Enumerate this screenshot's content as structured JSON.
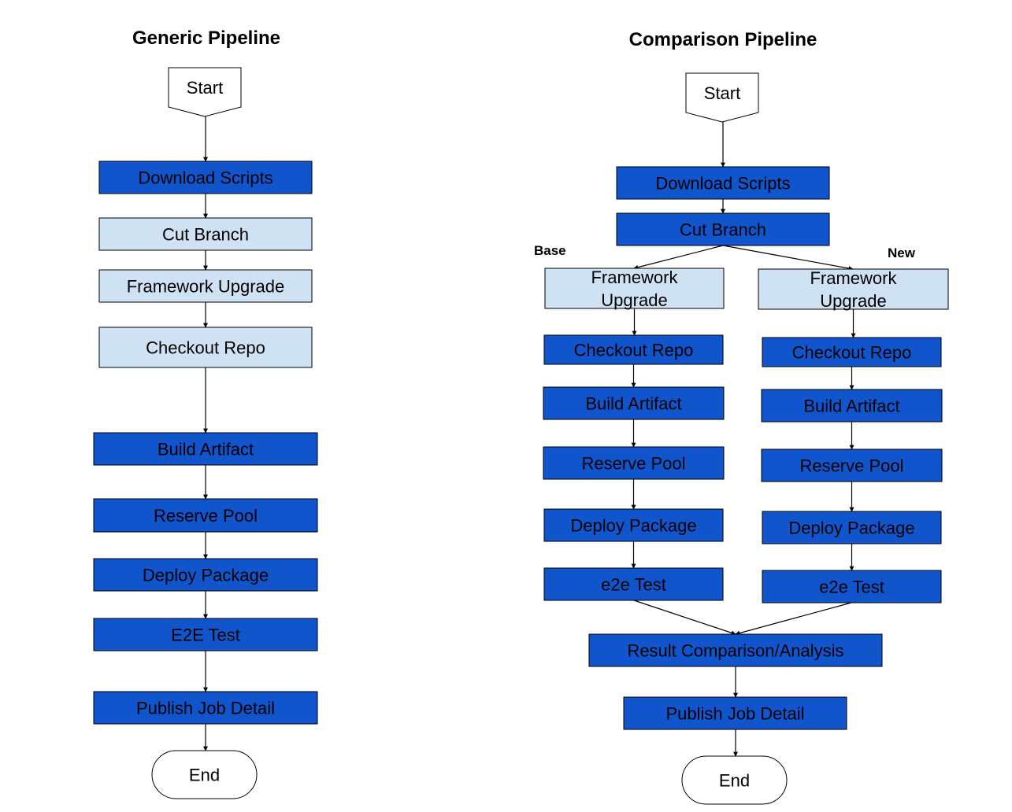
{
  "colors": {
    "dark_step": "#1155cc",
    "light_step": "#cfe2f3",
    "terminal": "#ffffff",
    "stroke": "#000000"
  },
  "generic": {
    "title": "Generic Pipeline",
    "start": "Start",
    "steps": [
      "Download Scripts",
      "Cut Branch",
      "Framework Upgrade",
      "Checkout Repo",
      "Build Artifact",
      "Reserve Pool",
      "Deploy Package",
      "E2E Test",
      "Publish Job Detail"
    ],
    "end": "End"
  },
  "comparison": {
    "title": "Comparison Pipeline",
    "start": "Start",
    "shared_steps": [
      "Download Scripts",
      "Cut Branch"
    ],
    "base_label": "Base",
    "new_label": "New",
    "base_steps": [
      "Framework\nUpgrade",
      "Checkout Repo",
      "Build Artifact",
      "Reserve Pool",
      "Deploy Package",
      "e2e Test"
    ],
    "new_steps": [
      "Framework\nUpgrade",
      "Checkout Repo",
      "Build Artifact",
      "Reserve Pool",
      "Deploy Package",
      "e2e Test"
    ],
    "merge_steps": [
      "Result Comparison/Analysis",
      "Publish Job Detail"
    ],
    "end": "End"
  }
}
